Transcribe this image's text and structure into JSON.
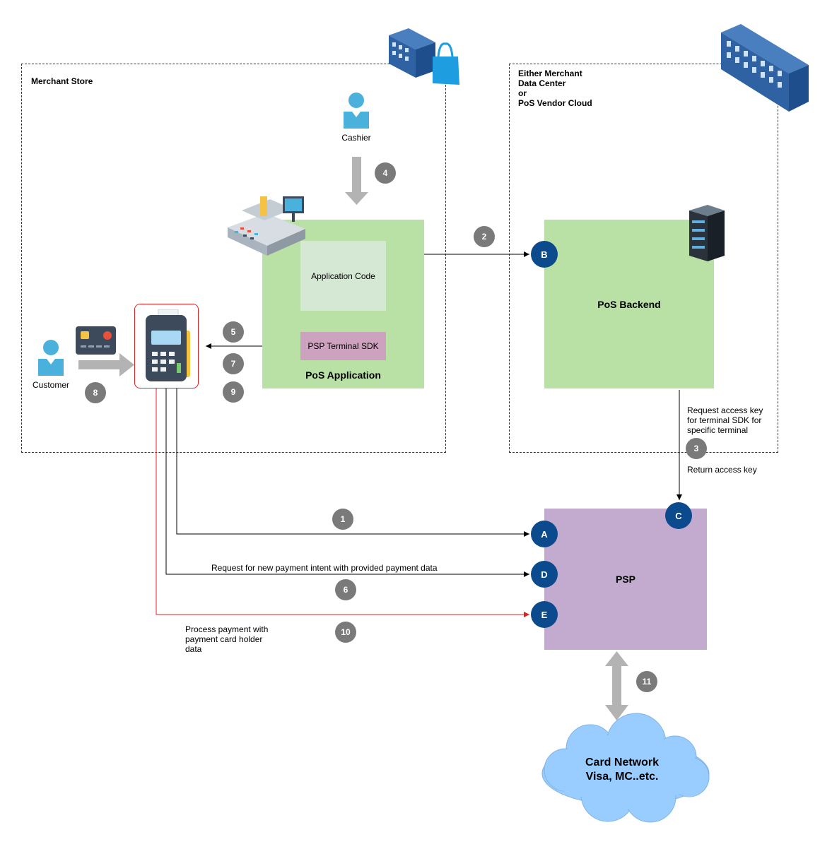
{
  "zones": {
    "merchant_store": "Merchant Store",
    "data_center": "Either Merchant\nData Center\nor\nPoS Vendor Cloud"
  },
  "actors": {
    "cashier": "Cashier",
    "customer": "Customer"
  },
  "boxes": {
    "pos_application": "PoS Application",
    "application_code": "Application Code",
    "psp_terminal_sdk": "PSP Terminal SDK",
    "pos_backend": "PoS Backend",
    "psp": "PSP",
    "card_network": "Card Network\nVisa, MC..etc."
  },
  "ports": {
    "b": "B",
    "a": "A",
    "c": "C",
    "d": "D",
    "e": "E"
  },
  "steps": [
    "1",
    "2",
    "3",
    "4",
    "5",
    "6",
    "7",
    "8",
    "9",
    "10",
    "11"
  ],
  "notes": {
    "request_access_key": "Request access key\nfor terminal SDK for\nspecific terminal",
    "return_access_key": "Return access key",
    "payment_intent": "Request for new payment intent with provided payment data",
    "process_payment": "Process payment with\npayment card holder\ndata"
  },
  "colors": {
    "green_box": "#b9e0a5",
    "app_code_box": "#d5e8d4",
    "sdk_box": "#cda2be",
    "psp_box": "#c3abd0",
    "port_blue": "#0c4a8e",
    "step_gray": "#7a7a7a",
    "cloud_blue": "#99ccff",
    "red_line": "#e02020"
  }
}
